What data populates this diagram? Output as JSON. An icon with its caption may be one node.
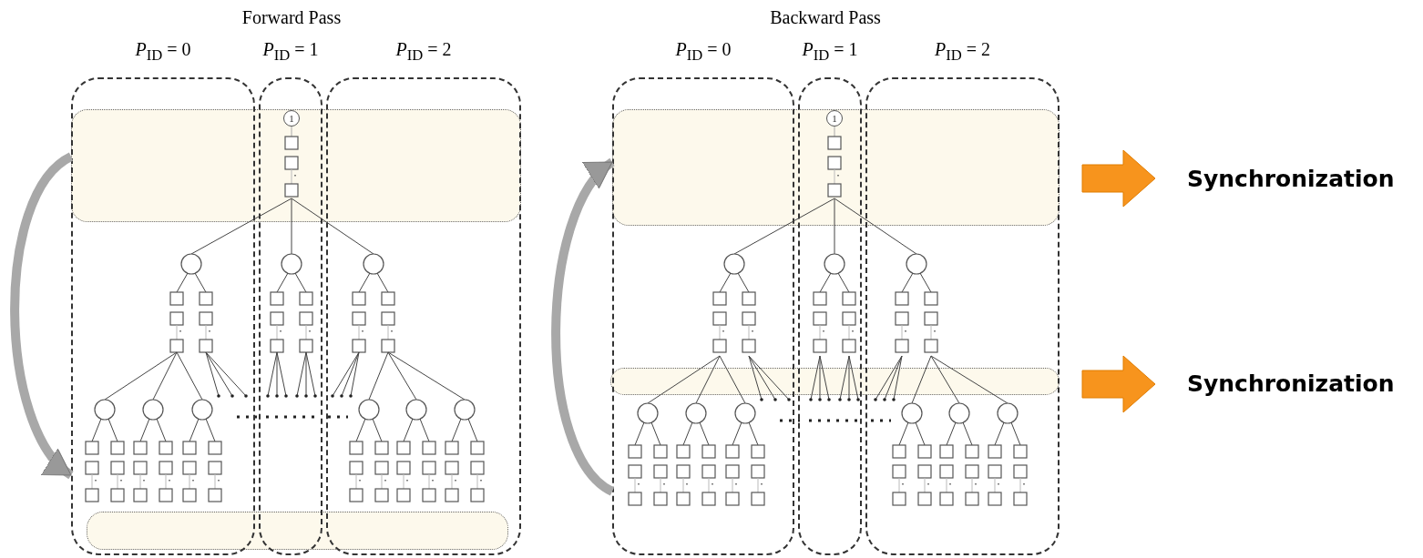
{
  "diagram": {
    "nodes": [
      {
        "text": [
          "*P*$_{ID}$ = 0"
        ]
      },
      {
        "text": [
          "*P*$_{ID}$ = 1"
        ]
      },
      {
        "text": [
          "*P*$_{ID}$ = 2"
        ]
      },
      {
        "text": [],
        "shape": "box"
      },
      {
        "text": [],
        "shape": "box"
      },
      {
        "text": [
          "1"
        ]
      },
      {
        "text": [
          "*P*$_{ID}$ = 0"
        ]
      },
      {
        "text": [
          "*P*$_{ID}$ = 1"
        ]
      },
      {
        "text": [
          "*P*$_{ID}$ = 2"
        ]
      },
      {
        "text": [],
        "shape": "box"
      },
      {
        "text": [],
        "shape": "box"
      },
      {
        "text": [
          "1"
        ]
      }
    ],
    "edges": [
      {
        "from": 3,
        "to": 0,
        "arrow": "to"
      },
      {
        "from": 6,
        "to": 9,
        "arrow": "to"
      }
    ],
    "labels": [
      "Forward Pass",
      "Backward Pass",
      "Synchronization",
      "Synchronization"
    ]
  }
}
